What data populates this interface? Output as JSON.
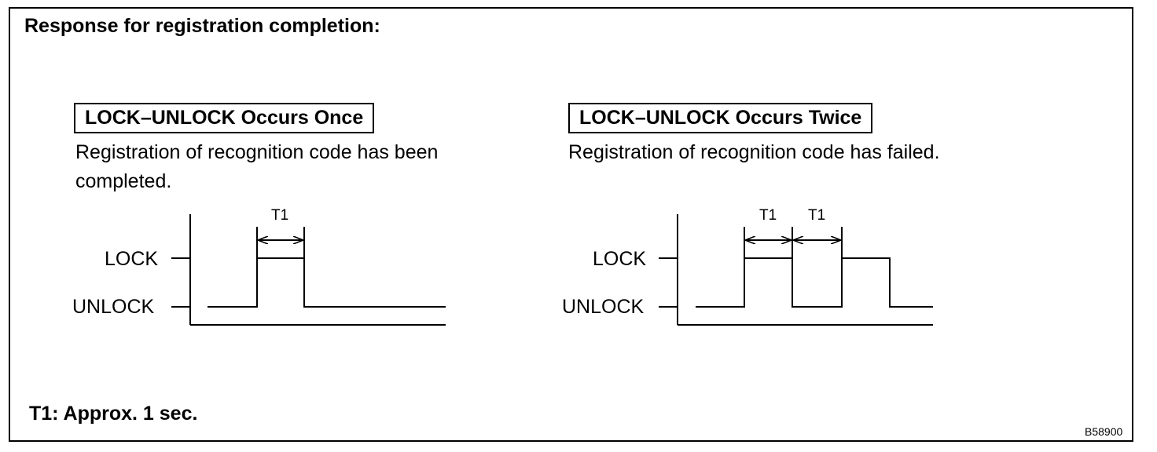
{
  "title": "Response for registration completion:",
  "panels": [
    {
      "heading": "LOCK–UNLOCK Occurs Once",
      "description": "Registration of recognition code has been completed.",
      "levels": {
        "high": "LOCK",
        "low": "UNLOCK"
      },
      "interval_labels": [
        "T1"
      ]
    },
    {
      "heading": "LOCK–UNLOCK Occurs Twice",
      "description": "Registration of recognition code has failed.",
      "levels": {
        "high": "LOCK",
        "low": "UNLOCK"
      },
      "interval_labels": [
        "T1",
        "T1"
      ]
    }
  ],
  "note": "T1: Approx. 1 sec.",
  "figure_code": "B58900"
}
